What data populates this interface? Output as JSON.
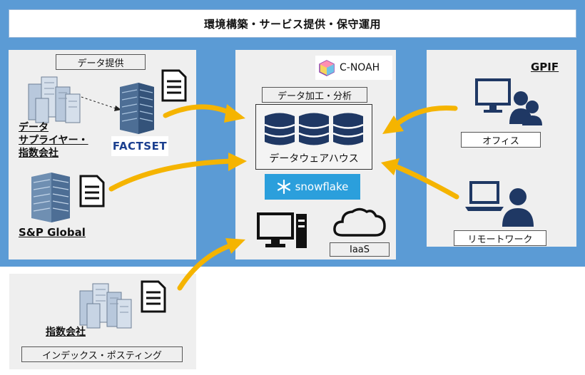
{
  "banner": {
    "title": "環境構築・サービス提供・保守運用"
  },
  "left_panel": {
    "provision_tag": "データ提供",
    "supplier_label": [
      "データ",
      "サプライヤー・",
      "指数会社"
    ],
    "factset_logo": "FACTSET",
    "sp_label": "S&P Global"
  },
  "center_panel": {
    "cnoah_logo": "C-NOAH",
    "processing_tag": "データ加工・分析",
    "dwh_label": "データウェアハウス",
    "snowflake_logo": "snowflake",
    "iaas_tag": "IaaS"
  },
  "right_panel": {
    "org_label": "GPIF",
    "office_tag": "オフィス",
    "remote_tag": "リモートワーク"
  },
  "bottom_panel": {
    "index_label": "指数会社",
    "posting_tag": "インデックス・ポスティング"
  },
  "colors": {
    "background_blue": "#5b9bd5",
    "panel_gray": "#efefef",
    "arrow_yellow": "#f5b400",
    "icon_navy": "#1f3864",
    "snowflake_blue": "#2b9fdc"
  }
}
